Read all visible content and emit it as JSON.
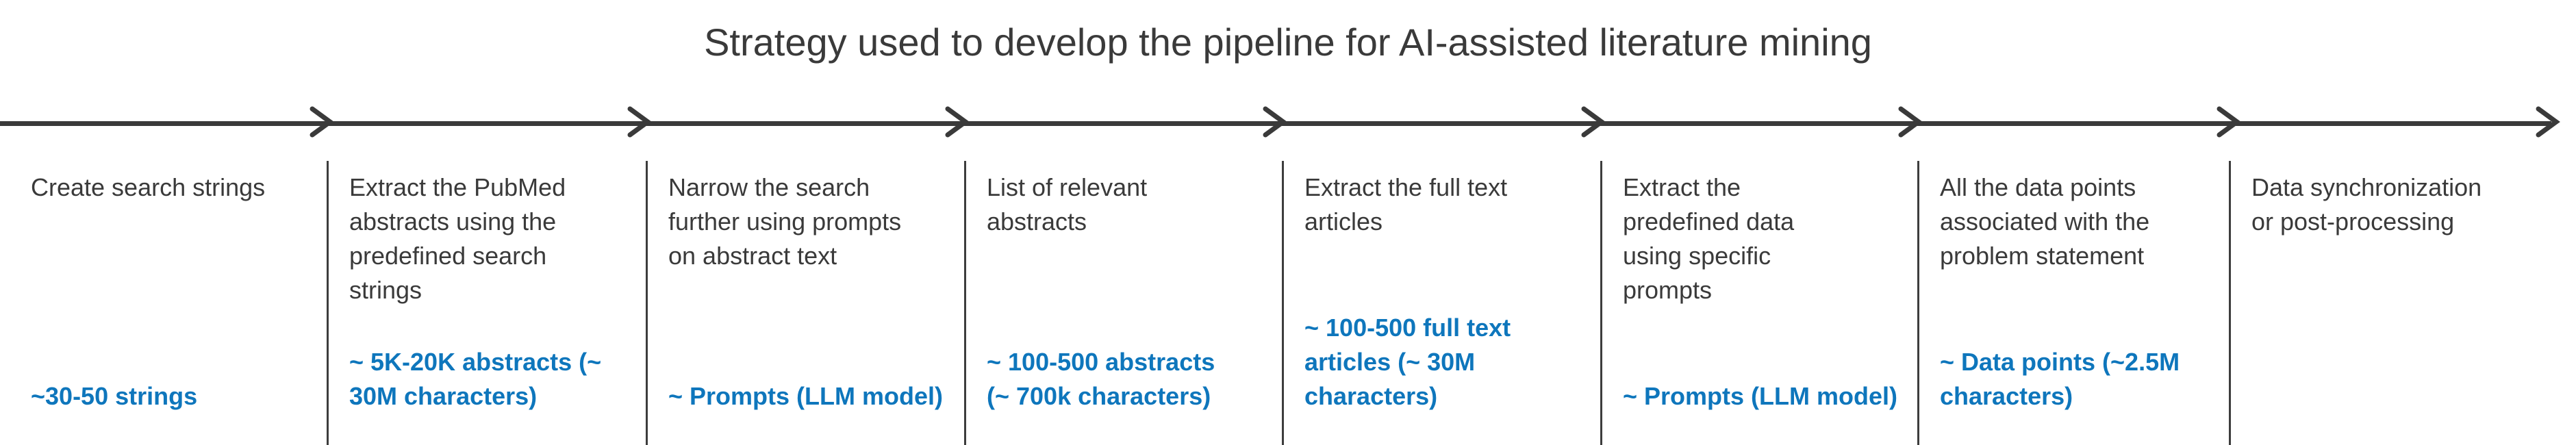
{
  "title": "Strategy used to develop the pipeline for AI-assisted literature mining",
  "colors": {
    "text_dark": "#3A3A3A",
    "accent_blue": "#0E76BC",
    "background": "#FFFFFF"
  },
  "stages": [
    {
      "label": "Create search strings",
      "annotation": "~30-50 strings"
    },
    {
      "label": "Extract the PubMed\nabstracts using the\npredefined search\nstrings",
      "annotation": "~ 5K-20K abstracts (~\n30M characters)"
    },
    {
      "label": "Narrow the search\nfurther using prompts\non abstract text",
      "annotation": "~ Prompts (LLM model)"
    },
    {
      "label": "List of relevant\nabstracts",
      "annotation": "~ 100-500 abstracts\n(~ 700k characters)"
    },
    {
      "label": "Extract the full text\narticles",
      "annotation": "~ 100-500 full text\narticles (~ 30M\ncharacters)"
    },
    {
      "label": "Extract the\npredefined data\nusing specific\nprompts",
      "annotation": "~ Prompts (LLM model)"
    },
    {
      "label": "All the data points\nassociated with the\nproblem statement",
      "annotation": "~ Data points (~2.5M\ncharacters)"
    },
    {
      "label": "Data synchronization\nor post-processing",
      "annotation": ""
    }
  ]
}
